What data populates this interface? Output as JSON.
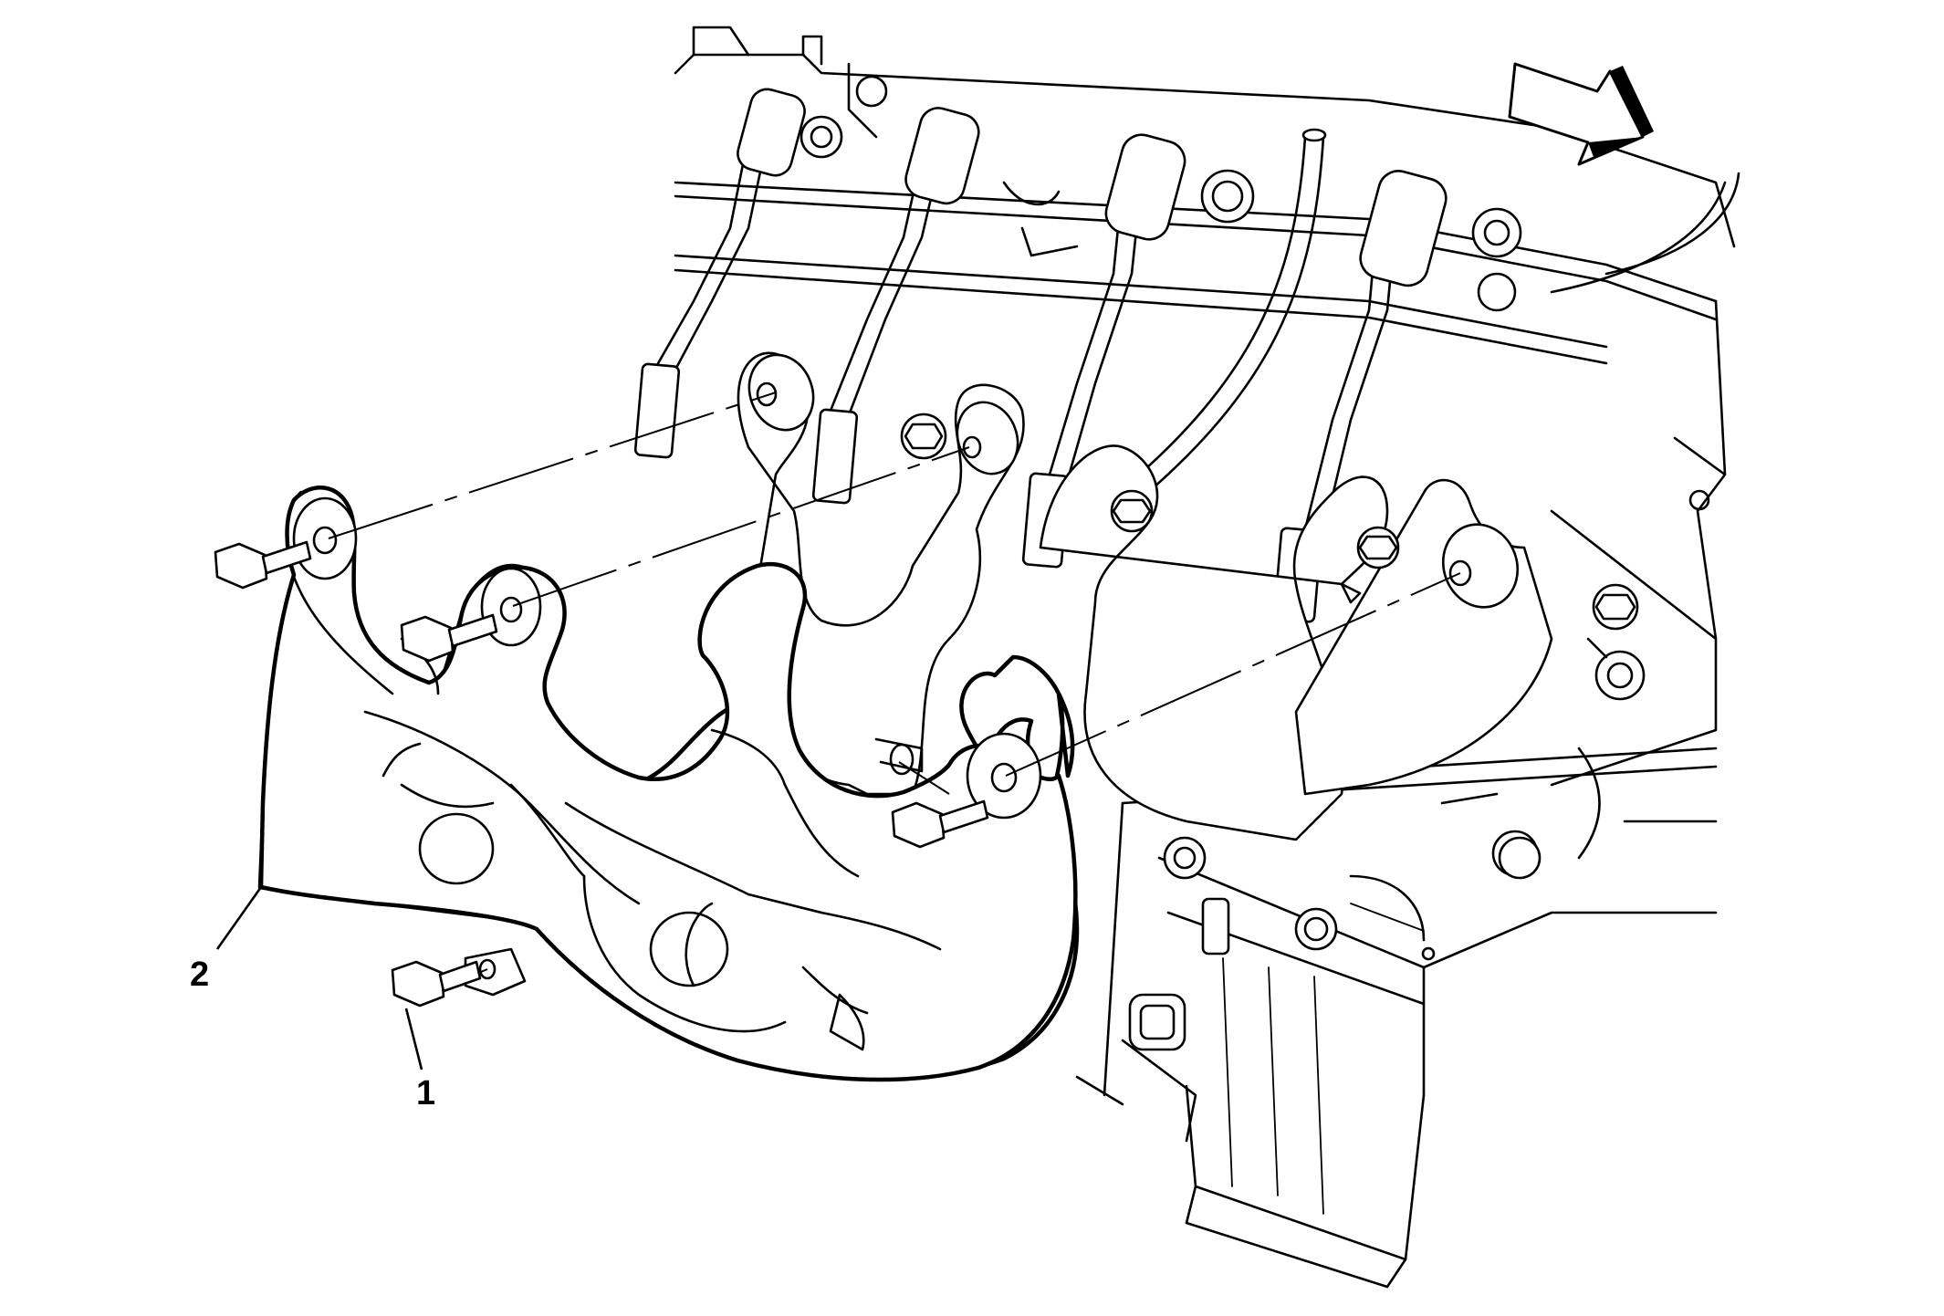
{
  "callouts": [
    {
      "id": "1",
      "label": "1"
    },
    {
      "id": "2",
      "label": "2"
    }
  ],
  "icons": {
    "direction_arrow": "front-direction-arrow-icon"
  }
}
